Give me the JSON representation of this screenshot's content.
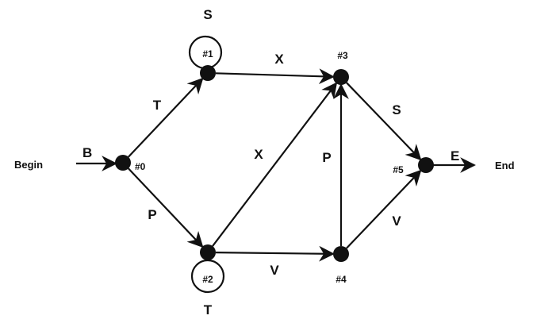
{
  "nodes": [
    {
      "id": "0",
      "label": "#0"
    },
    {
      "id": "1",
      "label": "#1"
    },
    {
      "id": "2",
      "label": "#2"
    },
    {
      "id": "3",
      "label": "#3"
    },
    {
      "id": "4",
      "label": "#4"
    },
    {
      "id": "5",
      "label": "#5"
    }
  ],
  "edges": [
    {
      "from": "0",
      "to": "1",
      "label": "T"
    },
    {
      "from": "0",
      "to": "2",
      "label": "P"
    },
    {
      "from": "1",
      "to": "1",
      "label": "S"
    },
    {
      "from": "1",
      "to": "3",
      "label": "X"
    },
    {
      "from": "2",
      "to": "2",
      "label": "T"
    },
    {
      "from": "2",
      "to": "3",
      "label": "X"
    },
    {
      "from": "2",
      "to": "4",
      "label": "V"
    },
    {
      "from": "4",
      "to": "3",
      "label": "P"
    },
    {
      "from": "3",
      "to": "5",
      "label": "S"
    },
    {
      "from": "4",
      "to": "5",
      "label": "V"
    }
  ],
  "begin": {
    "label": "Begin",
    "edge_label": "B"
  },
  "end": {
    "label": "End",
    "edge_label": "E"
  },
  "colors": {
    "ink": "#111111",
    "background": "#ffffff"
  }
}
